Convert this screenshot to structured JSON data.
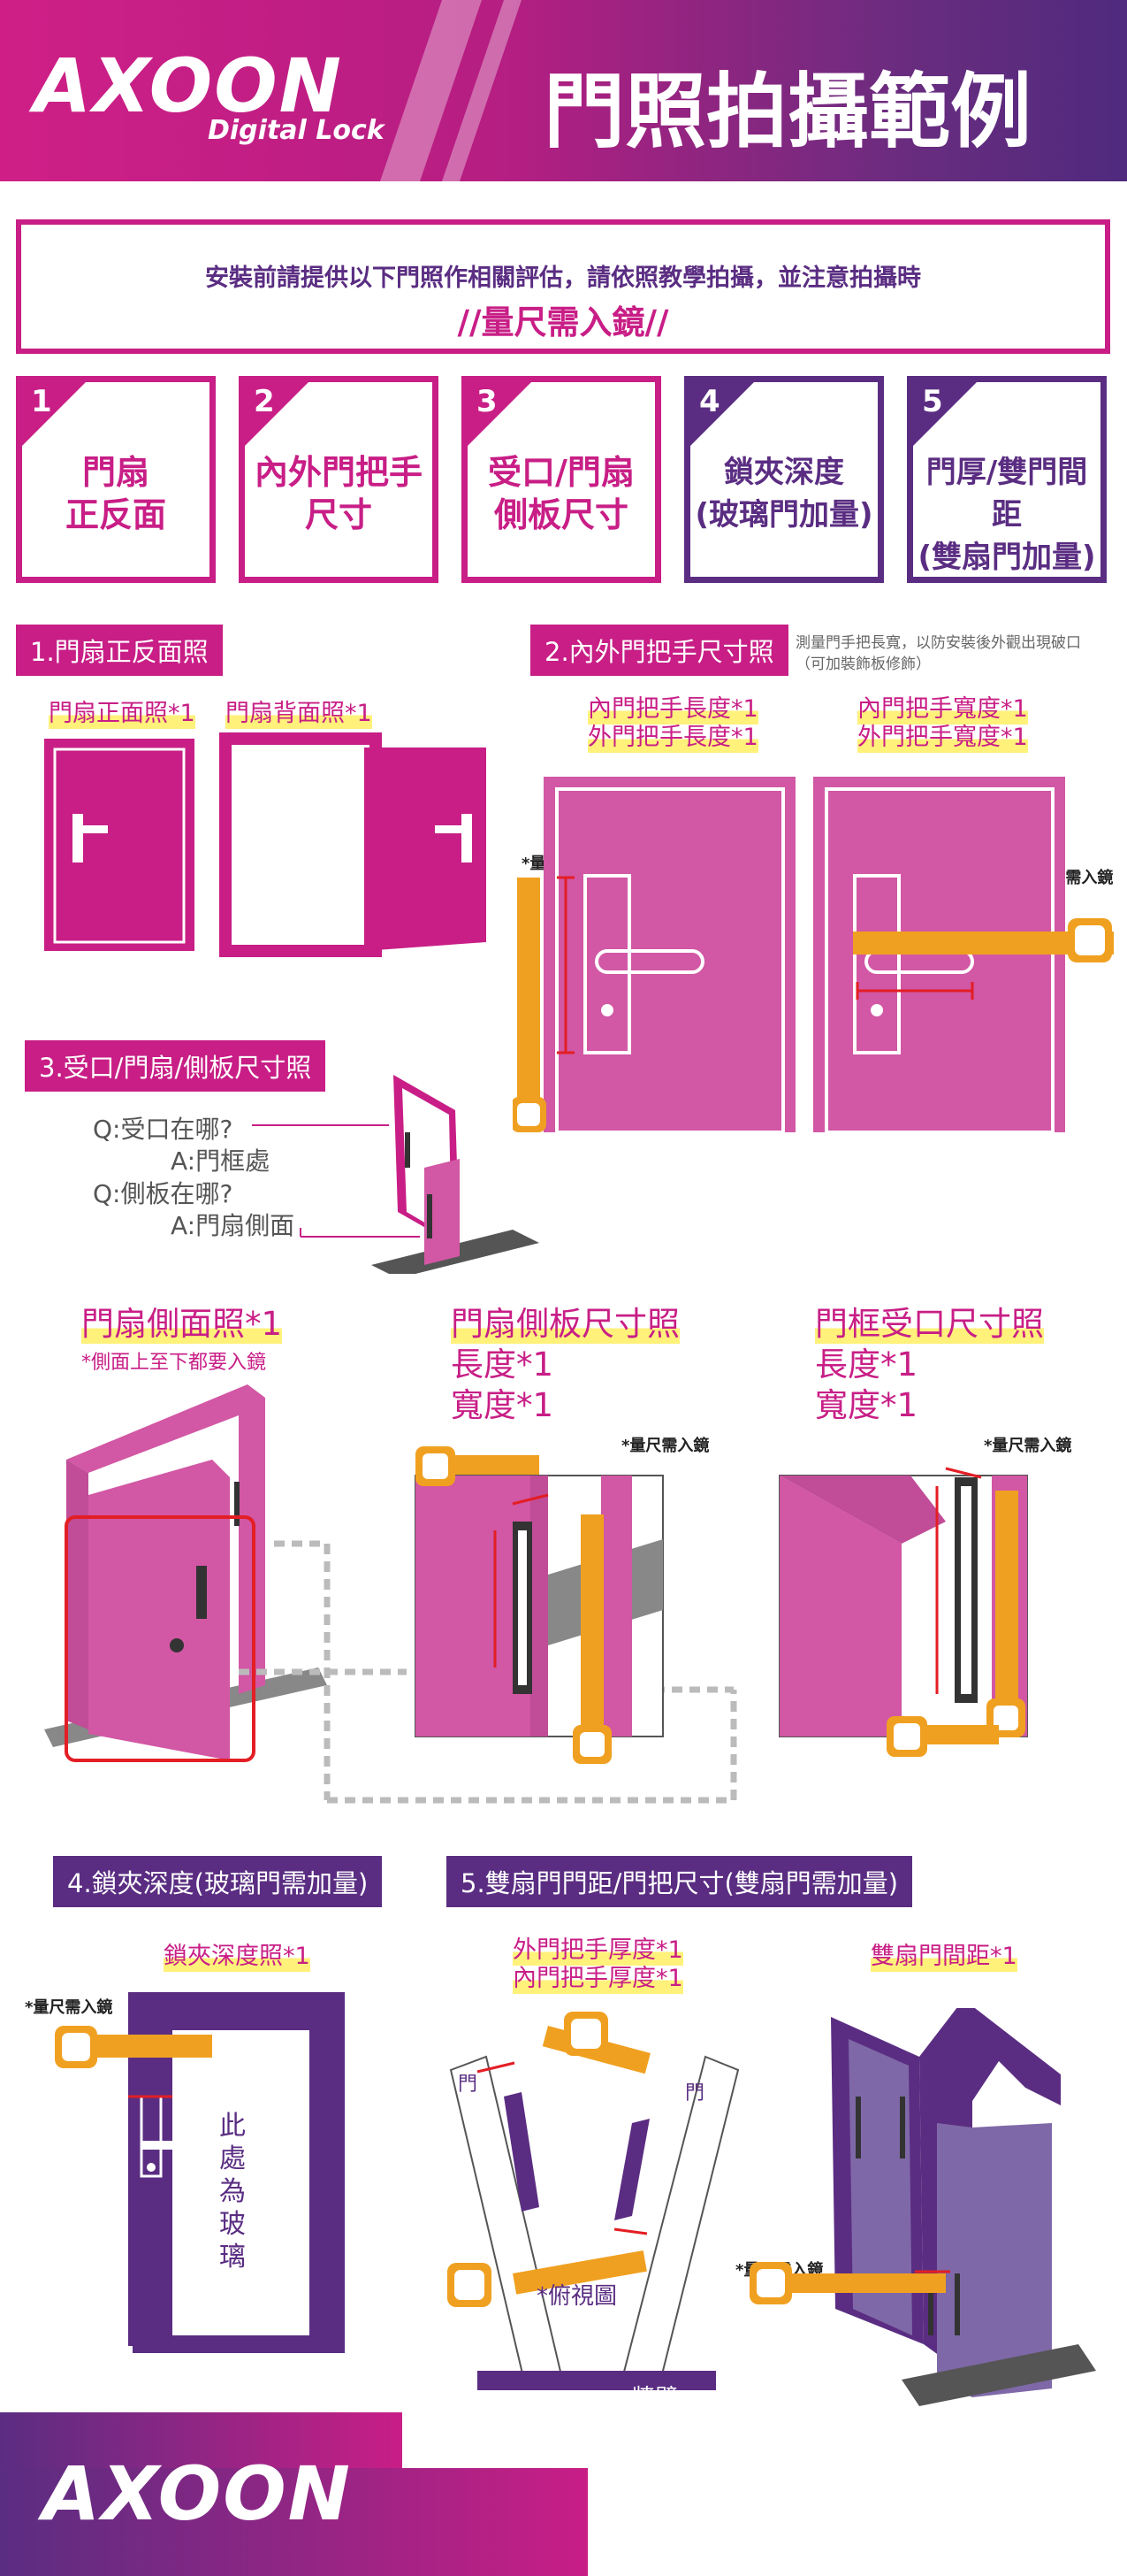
{
  "brand": {
    "logo": "AXOON",
    "tagline": "Digital Lock",
    "footer_logo": "AXOON"
  },
  "header": {
    "title": "門照拍攝範例"
  },
  "intro": {
    "line1": "安裝前請提供以下門照作相關評估，請依照教學拍攝，並注意拍攝時",
    "line2": "//量尺需入鏡//"
  },
  "steps": [
    {
      "num": "1",
      "label": "門扇\n正反面"
    },
    {
      "num": "2",
      "label": "內外門把手\n尺寸"
    },
    {
      "num": "3",
      "label": "受口/門扇\n側板尺寸"
    },
    {
      "num": "4",
      "label": "鎖夾深度\n(玻璃門加量)"
    },
    {
      "num": "5",
      "label": "門厚/雙門間距\n(雙扇門加量)"
    }
  ],
  "section1": {
    "title": "1.門扇正反面照",
    "front": "門扇正面照*1",
    "back": "門扇背面照*1"
  },
  "section2": {
    "title": "2.內外門把手尺寸照",
    "note_line1": "測量門手把長寬，以防安裝後外觀出現破口",
    "note_line2": "（可加裝飾板修飾）",
    "length_in": "內門把手長度*1",
    "length_out": "外門把手長度*1",
    "width_in": "內門把手寬度*1",
    "width_out": "外門把手寬度*1",
    "ruler_note": "*量尺需入鏡"
  },
  "section3": {
    "title": "3.受口/門扇/側板尺寸照",
    "q1": "Q:受口在哪?",
    "a1": "A:門框處",
    "q2": "Q:側板在哪?",
    "a2": "A:門扇側面",
    "side_title": "門扇側面照*1",
    "side_note": "*側面上至下都要入鏡",
    "panel_title": "門扇側板尺寸照",
    "panel_len": "長度*1",
    "panel_wid": "寬度*1",
    "frame_title": "門框受口尺寸照",
    "frame_len": "長度*1",
    "frame_wid": "寬度*1",
    "ruler_note": "*量尺需入鏡"
  },
  "section4": {
    "title": "4.鎖夾深度(玻璃門需加量)",
    "photo": "鎖夾深度照*1",
    "glass": "此處為玻璃",
    "ruler_note": "*量尺需入鏡"
  },
  "section5": {
    "title": "5.雙扇門門距/門把尺寸(雙扇門需加量)",
    "thick_out": "外門把手厚度*1",
    "thick_in": "內門把手厚度*1",
    "door": "門",
    "topview": "*俯視圖",
    "wall": "牆壁",
    "gap": "雙扇門間距*1",
    "ruler_note": "*量尺需入鏡"
  },
  "colors": {
    "pink": "#c81e86",
    "purple": "#5a2d82",
    "ruler": "#f0a020",
    "highlight": "#fff17a"
  }
}
